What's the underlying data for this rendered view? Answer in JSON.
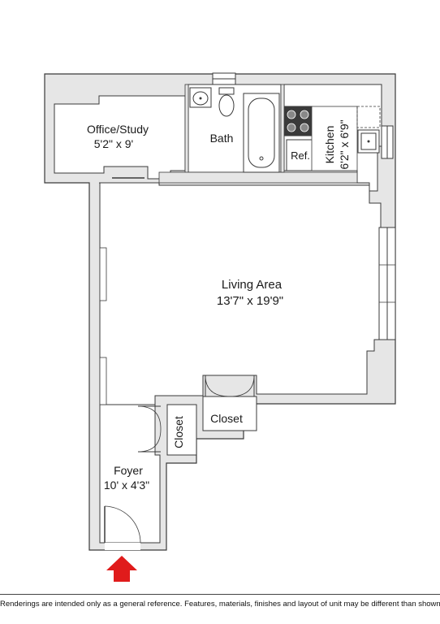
{
  "rooms": {
    "office": {
      "name": "Office/Study",
      "dims": "5'2\" x 9'"
    },
    "bath": {
      "name": "Bath"
    },
    "kitchen": {
      "name": "Kitchen",
      "dims": "6'2\" x 6'9\""
    },
    "refrigerator": {
      "name": "Ref."
    },
    "living": {
      "name": "Living Area",
      "dims": "13'7\" x 19'9\""
    },
    "closet_left": {
      "name": "Closet"
    },
    "closet_right": {
      "name": "Closet"
    },
    "foyer": {
      "name": "Foyer",
      "dims": "10' x 4'3\""
    }
  },
  "entry_arrow_color": "#e01b1b",
  "wall_color": "#e6e6e6",
  "wall_stroke": "#3a3a3a",
  "disclaimer": "Renderings are intended only as a general reference. Features, materials, finishes and layout of unit may be different than shown."
}
